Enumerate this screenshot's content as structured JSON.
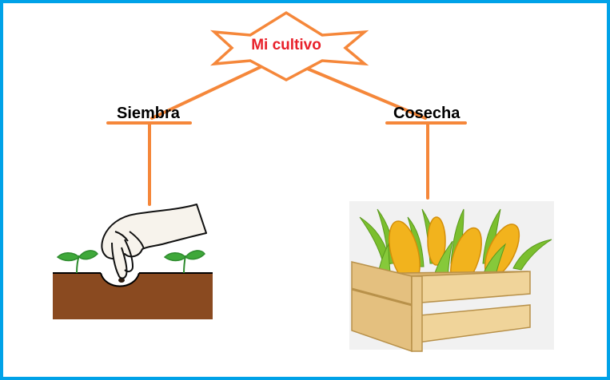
{
  "diagram": {
    "title": "Mi cultivo",
    "branches": [
      {
        "label": "Siembra",
        "illustration": "hand-sowing-seed-illustration"
      },
      {
        "label": "Cosecha",
        "illustration": "corn-crate-illustration"
      }
    ]
  },
  "colors": {
    "border": "#00a2e8",
    "connector": "#f5873a",
    "title_text": "#e8202a",
    "soil": "#8a4a20",
    "sprout": "#3fa83a",
    "crate": "#e9c98c",
    "corn_kernel": "#f2b31d",
    "husk": "#7bbf2e"
  }
}
